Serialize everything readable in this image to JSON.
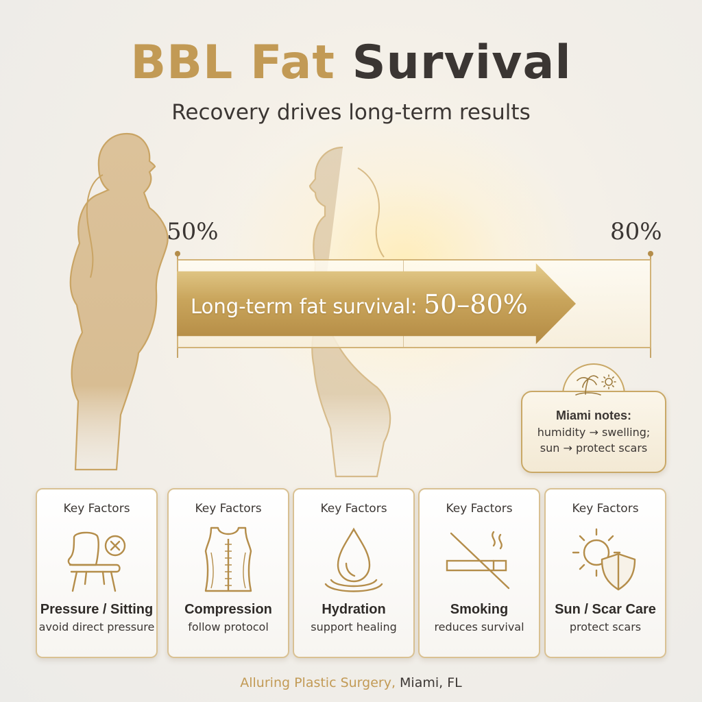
{
  "title": {
    "part1": "BBL Fat",
    "part2": "Survival"
  },
  "subtitle": "Recovery drives long-term results",
  "scale": {
    "min_label": "50%",
    "max_label": "80%",
    "bar_text": "Long-term fat survival: ",
    "bar_value": "50–80%"
  },
  "miami_note": {
    "title": "Miami notes:",
    "line1": "humidity → swelling;",
    "line2": "sun → protect scars"
  },
  "cards": [
    {
      "kicker": "Key Factors",
      "title": "Pressure / Sitting",
      "sub": "avoid direct pressure",
      "icon": "chair-with-x-icon"
    },
    {
      "kicker": "Key Factors",
      "title": "Compression",
      "sub": "follow protocol",
      "icon": "compression-garment-icon"
    },
    {
      "kicker": "Key Factors",
      "title": "Hydration",
      "sub": "support healing",
      "icon": "water-drop-icon"
    },
    {
      "kicker": "Key Factors",
      "title": "Smoking",
      "sub": "reduces survival",
      "icon": "no-smoking-icon"
    },
    {
      "kicker": "Key Factors",
      "title": "Sun / Scar Care",
      "sub": "protect scars",
      "icon": "sun-shield-icon"
    }
  ],
  "footer": {
    "brand": "Alluring Plastic Surgery,",
    "location": " Miami, FL"
  },
  "colors": {
    "gold": "#c29a55",
    "dark": "#3b3633",
    "accent_border": "#d9c193"
  }
}
